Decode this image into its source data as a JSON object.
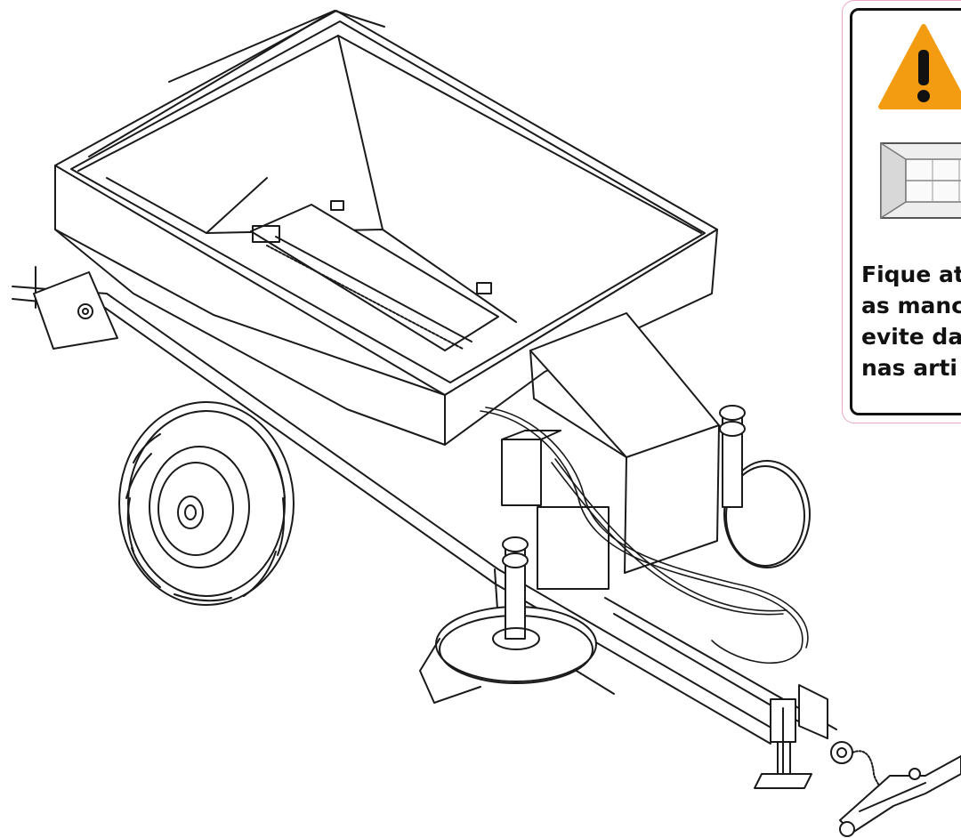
{
  "warning": {
    "icon": "warning-triangle-icon",
    "icon_color": "#f39c12",
    "message_lines": [
      "Fique at",
      "as manc",
      "evite da",
      "nas arti"
    ]
  },
  "illustration": {
    "subject": "fertilizer-spreader-icon"
  }
}
